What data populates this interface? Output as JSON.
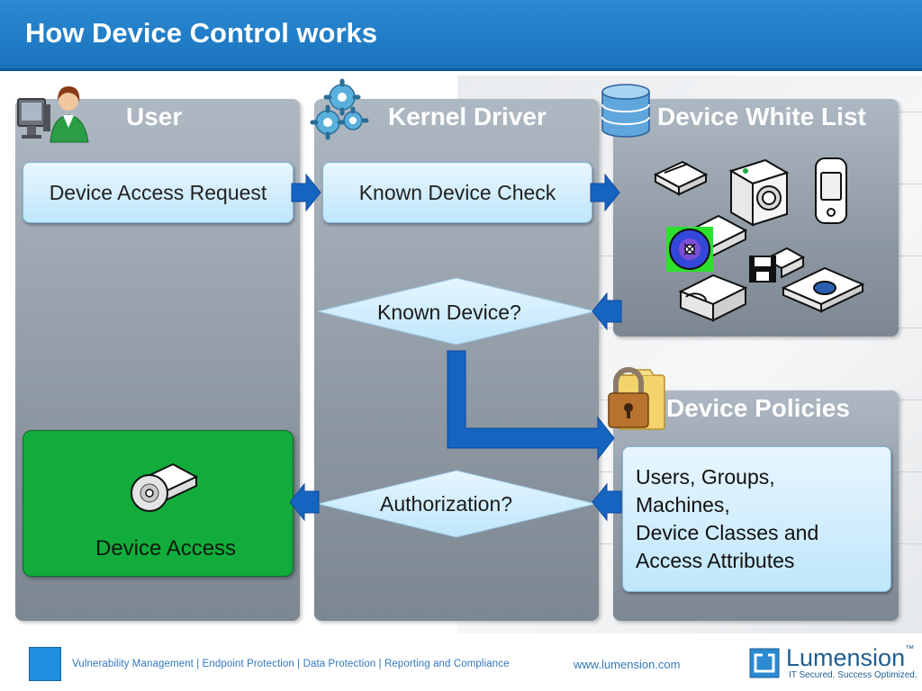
{
  "slide": {
    "title": "How Device Control works"
  },
  "columns": {
    "user": {
      "title": "User"
    },
    "kernel": {
      "title": "Kernel Driver"
    },
    "whitelist": {
      "title": "Device White List"
    },
    "policies": {
      "title": "Device Policies"
    }
  },
  "boxes": {
    "request": "Device Access Request",
    "check": "Known Device Check",
    "access": "Device Access"
  },
  "decisions": {
    "known": "Known Device?",
    "auth": "Authorization?"
  },
  "policies_lines": [
    "Users, Groups,",
    "Machines,",
    "Device Classes and",
    "Access Attributes"
  ],
  "footer": {
    "tagline": "Vulnerability Management  |  Endpoint Protection  |  Data Protection  |  Reporting and Compliance",
    "url": "www.lumension.com",
    "brand": "Lumension",
    "brand_tm": "™",
    "brand_tagline": "IT Secured. Success Optimized."
  },
  "colors": {
    "header": "#1a72bd",
    "arrow": "#1565c0",
    "green": "#12ac3c",
    "box": "#d4eefc"
  },
  "icons": [
    "user-icon",
    "gears-icon",
    "database-icon",
    "scanner-icon",
    "camera-icon",
    "pda-icon",
    "cd-drive-icon",
    "floppy-icon",
    "external-drive-icon",
    "card-reader-icon",
    "padlock-folder-icon",
    "cd-icon"
  ]
}
